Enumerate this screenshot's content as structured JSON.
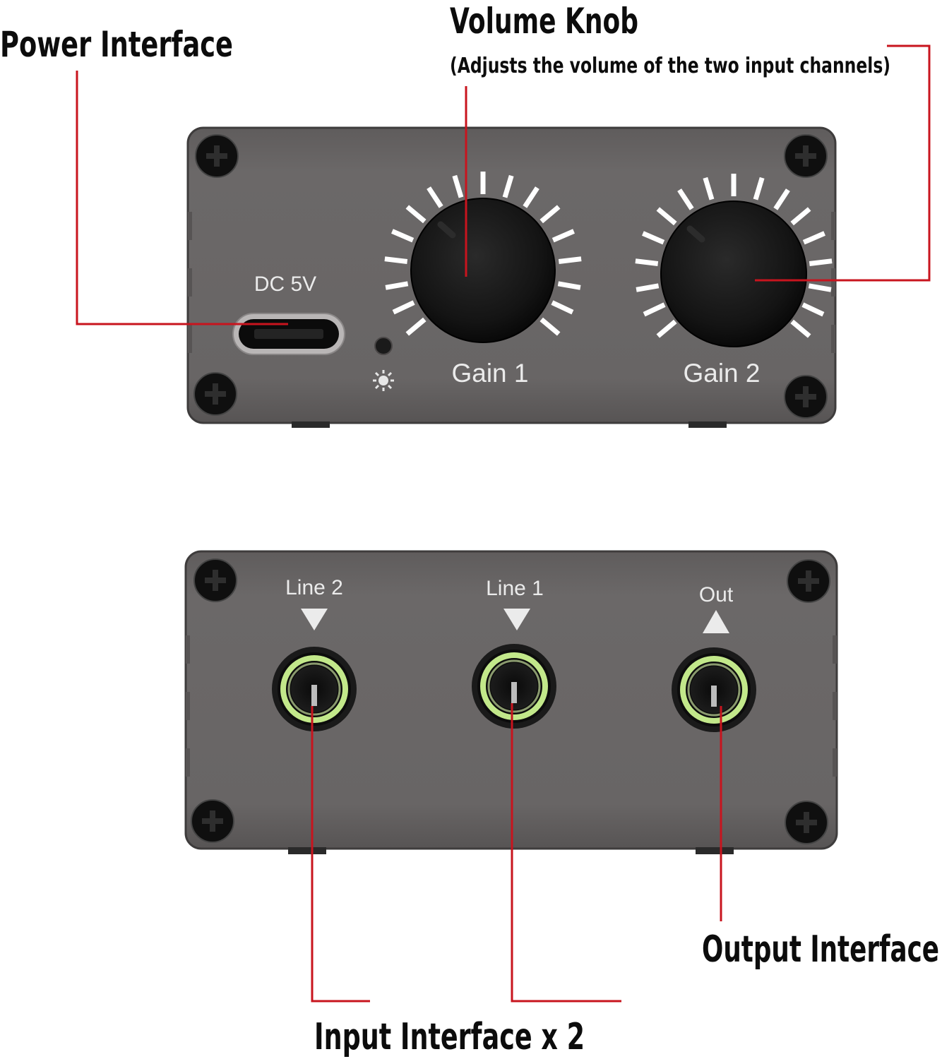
{
  "colors": {
    "background": "#ffffff",
    "callout_line": "#c8141e",
    "panel_body": "#6a6767",
    "panel_edge": "#3e3c3c",
    "knob": "#151515",
    "jack_ring": "#c2e88a"
  },
  "callouts": {
    "power_interface": "Power Interface",
    "volume_knob": "Volume Knob",
    "volume_knob_note": "(Adjusts the volume of the two input channels)",
    "output_interface": "Output Interface",
    "input_interface": "Input Interface x 2"
  },
  "front_panel": {
    "power_port_label": "DC 5V",
    "port_icon": "usb-c-port-icon",
    "indicator_icon": "led-sun-icon",
    "knobs": [
      {
        "label": "Gain 1"
      },
      {
        "label": "Gain 2"
      }
    ]
  },
  "back_panel": {
    "jacks": [
      {
        "label": "Line 2",
        "arrow": "down"
      },
      {
        "label": "Line 1",
        "arrow": "down"
      },
      {
        "label": "Out",
        "arrow": "up"
      }
    ]
  }
}
